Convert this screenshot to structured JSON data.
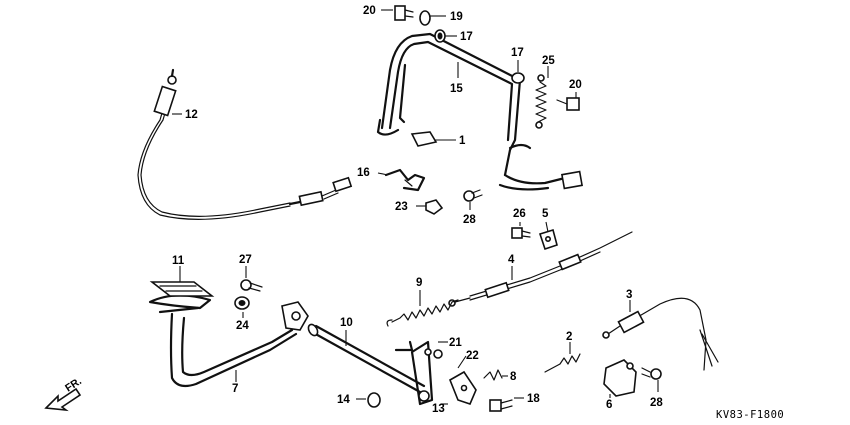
{
  "diagram_code": "KV83-F1800",
  "direction_label": "FR.",
  "labels": {
    "p1": "1",
    "p2": "2",
    "p3": "3",
    "p4": "4",
    "p5": "5",
    "p6": "6",
    "p7": "7",
    "p8": "8",
    "p9": "9",
    "p10": "10",
    "p11": "11",
    "p12": "12",
    "p13": "13",
    "p14": "14",
    "p15": "15",
    "p16": "16",
    "p17a": "17",
    "p17b": "17",
    "p18": "18",
    "p19": "19",
    "p20a": "20",
    "p20b": "20",
    "p21": "21",
    "p22": "22",
    "p23": "23",
    "p24": "24",
    "p25": "25",
    "p26": "26",
    "p27": "27",
    "p28a": "28",
    "p28b": "28"
  }
}
